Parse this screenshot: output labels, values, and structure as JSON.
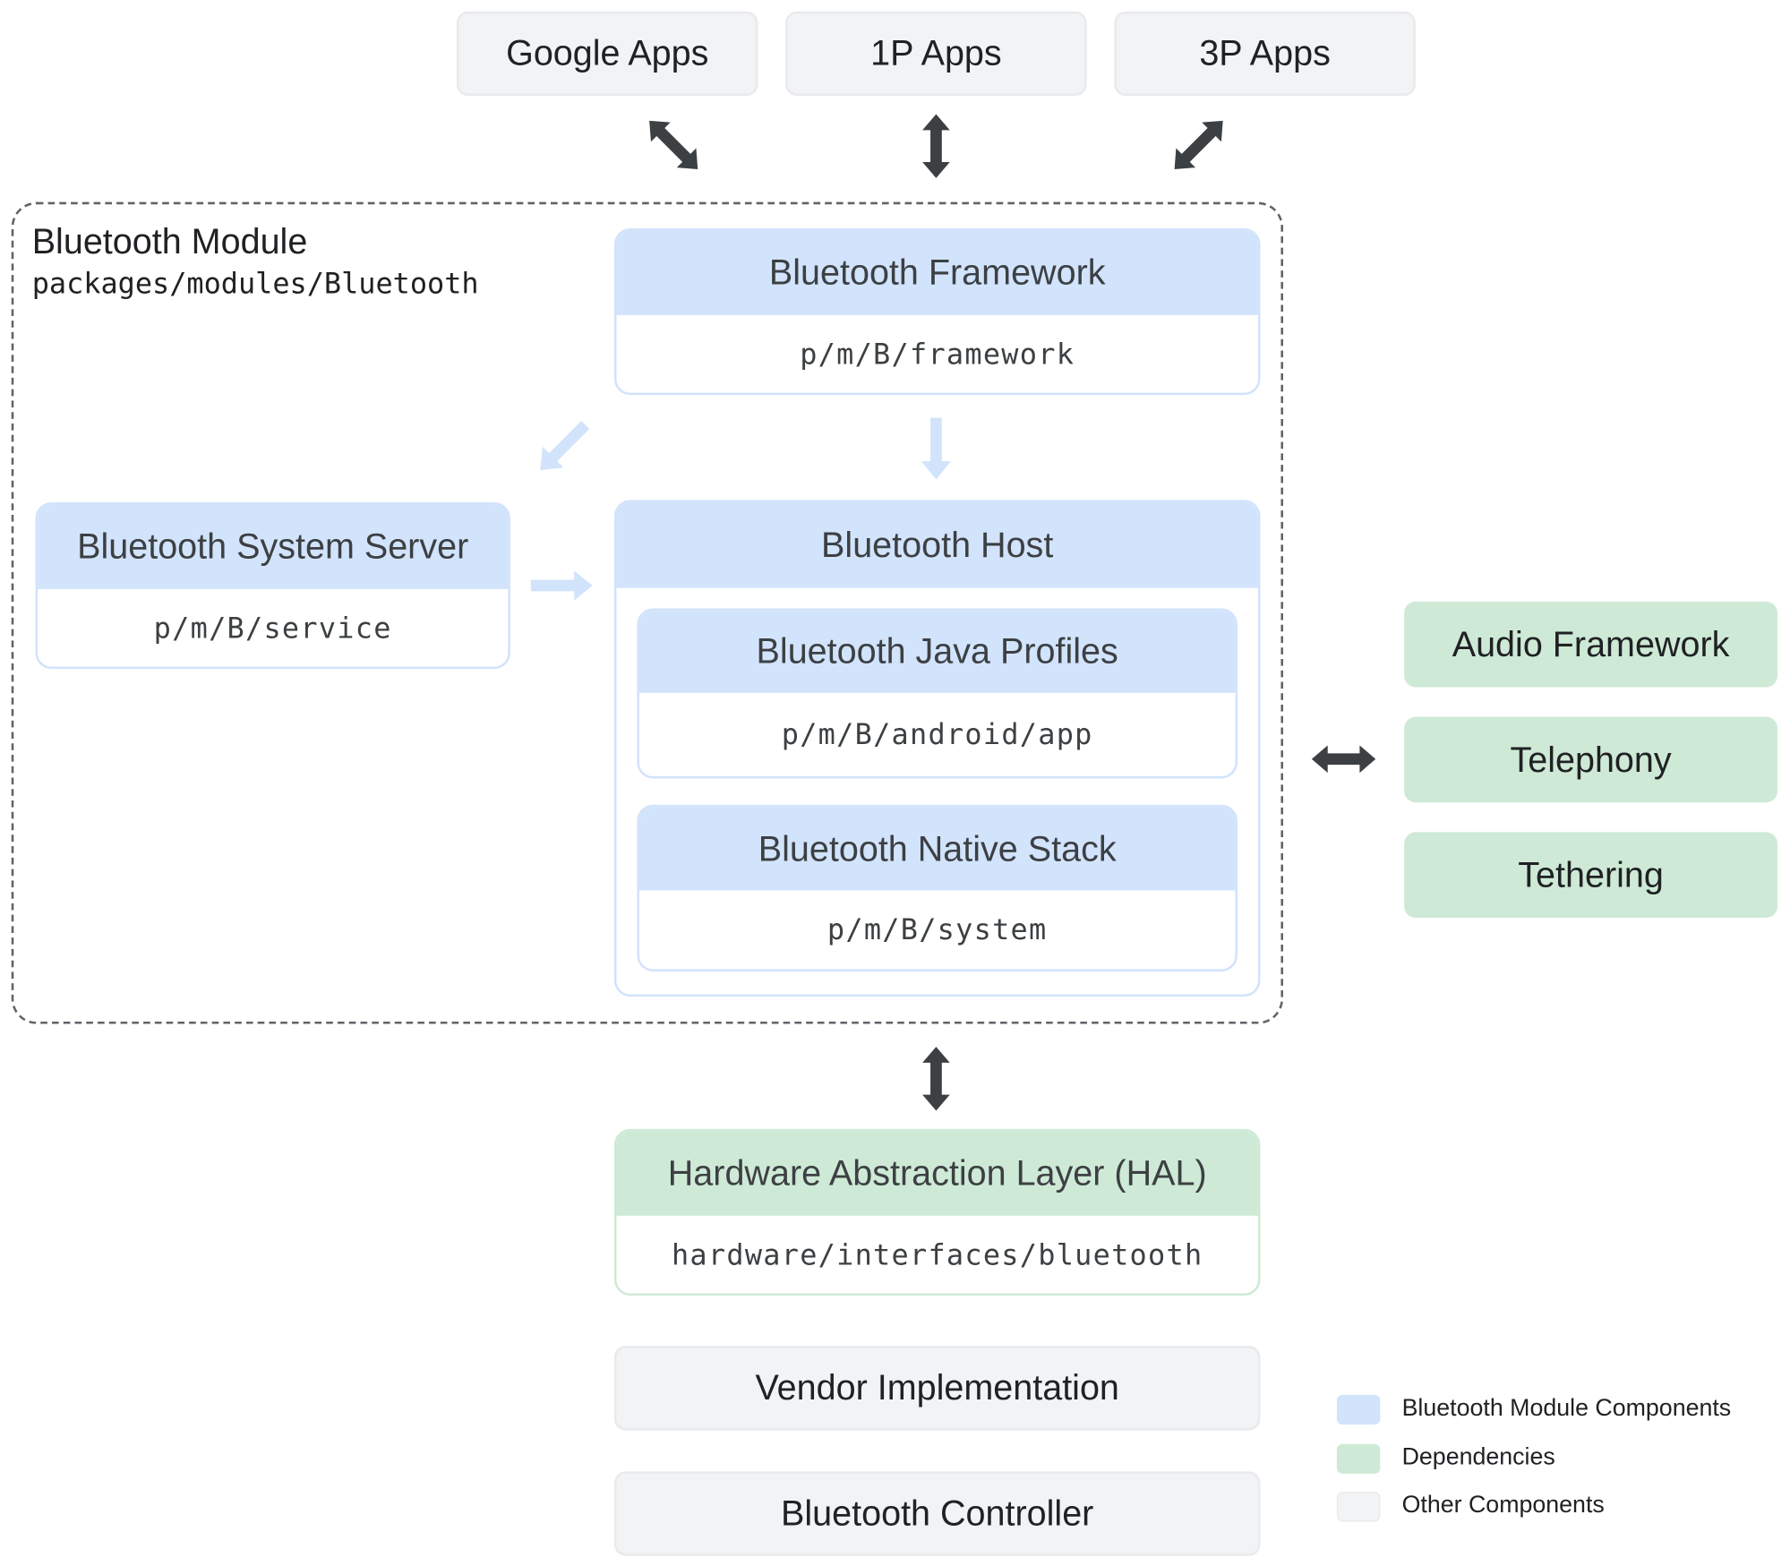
{
  "apps": [
    {
      "label": "Google Apps"
    },
    {
      "label": "1P Apps"
    },
    {
      "label": "3P Apps"
    }
  ],
  "module": {
    "title": "Bluetooth Module",
    "path": "packages/modules/Bluetooth",
    "framework": {
      "title": "Bluetooth Framework",
      "path": "p/m/B/framework"
    },
    "system_server": {
      "title": "Bluetooth System Server",
      "path": "p/m/B/service"
    },
    "host": {
      "title": "Bluetooth Host",
      "java_profiles": {
        "title": "Bluetooth Java Profiles",
        "path": "p/m/B/android/app"
      },
      "native_stack": {
        "title": "Bluetooth Native Stack",
        "path": "p/m/B/system"
      }
    }
  },
  "dependencies": [
    {
      "label": "Audio Framework"
    },
    {
      "label": "Telephony"
    },
    {
      "label": "Tethering"
    }
  ],
  "hal": {
    "title": "Hardware Abstraction Layer (HAL)",
    "path": "hardware/interfaces/bluetooth"
  },
  "vendor": {
    "label": "Vendor Implementation"
  },
  "controller": {
    "label": "Bluetooth Controller"
  },
  "legend": [
    {
      "label": "Bluetooth Module Components",
      "color": "#d2e3fc"
    },
    {
      "label": "Dependencies",
      "color": "#ceead6"
    },
    {
      "label": "Other Components",
      "color": "#f1f3f4"
    }
  ],
  "colors": {
    "module_blue": "#d2e3fc",
    "dependency_green": "#ceead6",
    "other_grey": "#f1f3f4",
    "arrow_dark": "#3c4043"
  }
}
